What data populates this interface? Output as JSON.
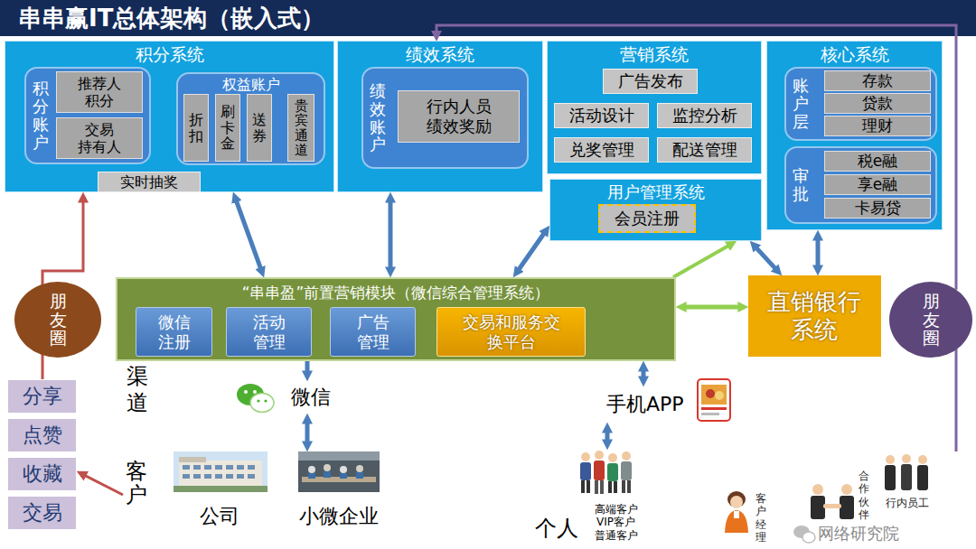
{
  "diagram": {
    "title": "串串赢IT总体架构（嵌入式）",
    "nodes": [
      {
        "text": [
          "积分系统"
        ]
      },
      {
        "text": [
          "积分账户"
        ],
        "in": 0
      },
      {
        "text": [
          "推荐人 积分"
        ],
        "in": 1
      },
      {
        "text": [
          "交易 持有人"
        ],
        "in": 1
      },
      {
        "text": [
          "权益账户"
        ],
        "in": 0
      },
      {
        "text": [
          "折扣"
        ],
        "in": 4
      },
      {
        "text": [
          "刷卡金"
        ],
        "in": 4
      },
      {
        "text": [
          "送券"
        ],
        "in": 4
      },
      {
        "text": [
          "贵宾通道"
        ],
        "in": 4
      },
      {
        "text": [
          "实时抽奖"
        ],
        "in": 0
      },
      {
        "text": [
          "绩效系统"
        ]
      },
      {
        "text": [
          "绩效账户"
        ],
        "in": 10
      },
      {
        "text": [
          "行内人员 绩效奖励"
        ],
        "in": 11
      },
      {
        "text": [
          "营销系统"
        ]
      },
      {
        "text": [
          "广告发布"
        ],
        "in": 13
      },
      {
        "text": [
          "活动设计"
        ],
        "in": 13
      },
      {
        "text": [
          "监控分析"
        ],
        "in": 13
      },
      {
        "text": [
          "兑奖管理"
        ],
        "in": 13
      },
      {
        "text": [
          "配送管理"
        ],
        "in": 13
      },
      {
        "text": [
          "用户管理系统"
        ]
      },
      {
        "text": [
          "会员注册"
        ],
        "in": 19
      },
      {
        "text": [
          "核心系统"
        ]
      },
      {
        "text": [
          "账户层"
        ],
        "in": 21
      },
      {
        "text": [
          "存款"
        ],
        "in": 22
      },
      {
        "text": [
          "贷款"
        ],
        "in": 22
      },
      {
        "text": [
          "理财"
        ],
        "in": 22
      },
      {
        "text": [
          "审批"
        ],
        "in": 21
      },
      {
        "text": [
          "税e融"
        ],
        "in": 26
      },
      {
        "text": [
          "享e融"
        ],
        "in": 26
      },
      {
        "text": [
          "卡易贷"
        ],
        "in": 26
      },
      {
        "text": [
          "“串串盈”前置营销模块（微信综合管理系统）"
        ]
      },
      {
        "text": [
          "微信 注册"
        ],
        "in": 30
      },
      {
        "text": [
          "活动 管理"
        ],
        "in": 30
      },
      {
        "text": [
          "广告 管理"
        ],
        "in": 30
      },
      {
        "text": [
          "交易和服务交 换平台"
        ],
        "in": 30
      },
      {
        "text": [
          "直销银行 系统"
        ]
      },
      {
        "text": [
          "朋友圈"
        ]
      },
      {
        "text": [
          "朋友圈"
        ]
      },
      {
        "text": [
          "分享"
        ]
      },
      {
        "text": [
          "点赞"
        ]
      },
      {
        "text": [
          "收藏"
        ]
      },
      {
        "text": [
          "交易"
        ]
      },
      {
        "text": [
          "微信"
        ]
      },
      {
        "text": [
          "手机APP"
        ]
      },
      {
        "text": [
          "客户"
        ]
      },
      {
        "text": [
          "公司"
        ]
      },
      {
        "text": [
          "小微企业"
        ]
      },
      {
        "text": [
          "个人",
          "高端客户 VIP客户 普通客户"
        ]
      }
    ],
    "edges": [
      {
        "from": 1,
        "to": 4,
        "arrow": "to"
      },
      {
        "from": 44,
        "to": 40,
        "arrow": "to"
      },
      {
        "from": 38,
        "to": 0,
        "arrow": "to"
      },
      {
        "from": 0,
        "to": 30,
        "arrow": "both"
      },
      {
        "from": 10,
        "to": 30,
        "arrow": "both"
      },
      {
        "from": 30,
        "to": 19,
        "arrow": "both"
      },
      {
        "from": 30,
        "to": 19,
        "arrow": "to"
      },
      {
        "from": 19,
        "to": 35,
        "arrow": "both"
      },
      {
        "from": 21,
        "to": 35,
        "arrow": "both"
      },
      {
        "from": 30,
        "to": 35,
        "arrow": "both"
      },
      {
        "from": 30,
        "to": 42,
        "arrow": "to"
      },
      {
        "from": 42,
        "to": 46,
        "arrow": "both"
      },
      {
        "from": 30,
        "to": 43,
        "arrow": "both"
      },
      {
        "from": 43,
        "to": 47,
        "arrow": "both"
      },
      {
        "from": 37,
        "to": 10,
        "arrow": "to"
      }
    ],
    "labels": [
      "渠道",
      "客户经理",
      "合作伙伴",
      "行内员工",
      "网络研究院"
    ]
  }
}
